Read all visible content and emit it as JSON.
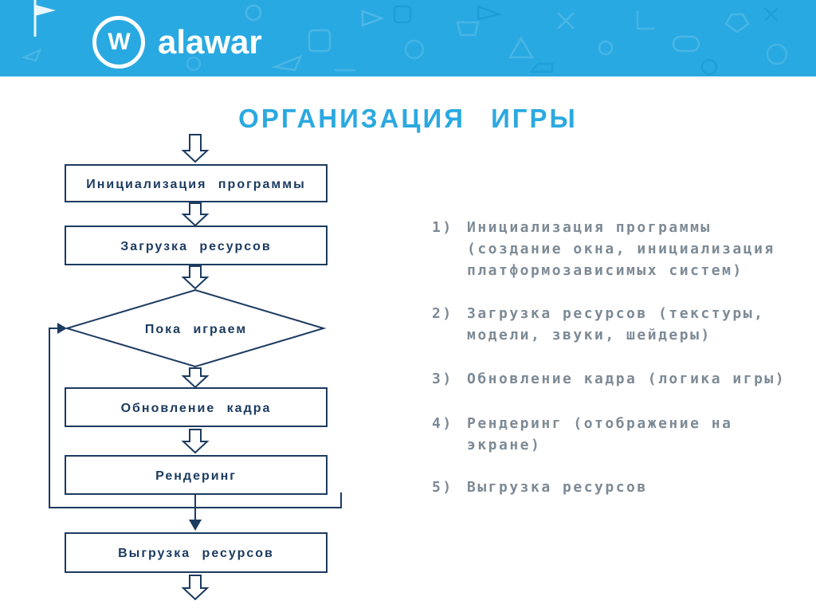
{
  "header": {
    "brand": "alawar",
    "logo_letter": "W",
    "decor_icons": [
      "flag-icon",
      "dice-icon",
      "paper-plane-icon",
      "ball-icon",
      "cross-icon",
      "gamepad-icon",
      "bulb-icon"
    ],
    "band_color": "#29a9e1"
  },
  "title": "ОРГАНИЗАЦИЯ ИГРЫ",
  "flowchart": {
    "nodes": [
      {
        "label": "Инициализация программы",
        "type": "process"
      },
      {
        "label": "Загрузка ресурсов",
        "type": "process"
      },
      {
        "label": "Пока играем",
        "type": "decision"
      },
      {
        "label": "Обновление кадра",
        "type": "process"
      },
      {
        "label": "Рендеринг",
        "type": "process"
      },
      {
        "label": "Выгрузка ресурсов",
        "type": "process"
      }
    ],
    "line_color": "#1c3b60"
  },
  "list": {
    "items": [
      {
        "num": "1)",
        "text": "Инициализация программы\n(создание окна, инициализация\nплатформозависимых систем)"
      },
      {
        "num": "2)",
        "text": "Загрузка ресурсов (текстуры,\nмодели, звуки, шейдеры)"
      },
      {
        "num": "3)",
        "text": "Обновление кадра (логика игры)"
      },
      {
        "num": "4)",
        "text": "Рендеринг (отображение на\nэкране)"
      },
      {
        "num": "5)",
        "text": "Выгрузка ресурсов"
      }
    ],
    "text_color": "#7d8a95"
  },
  "colors": {
    "accent": "#29a9e1",
    "navy": "#1c3b60",
    "background": "#ffffff"
  }
}
